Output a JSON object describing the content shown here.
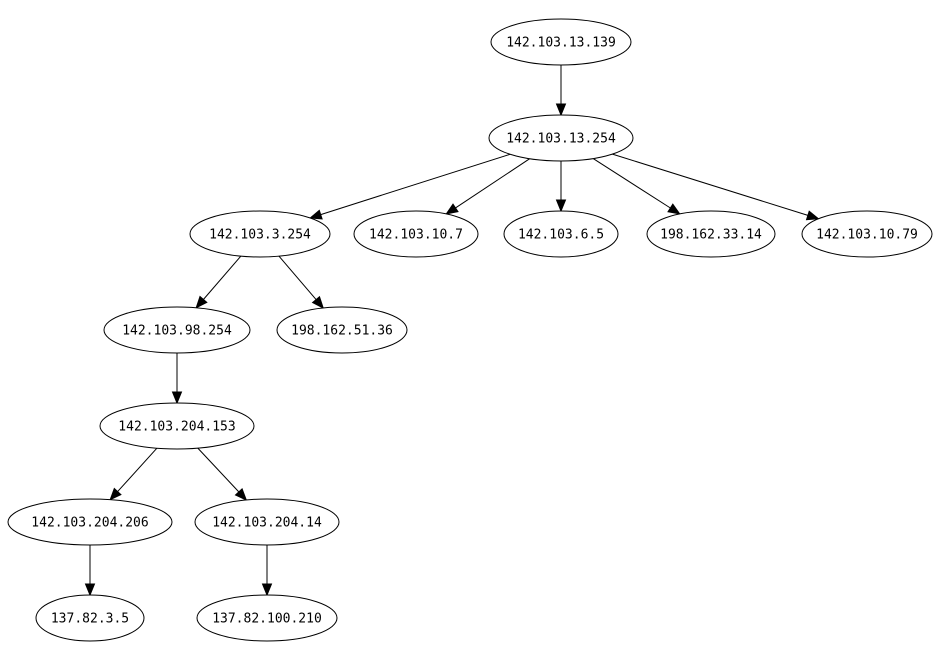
{
  "graph": {
    "nodes": [
      {
        "id": "n1",
        "label": "142.103.13.139"
      },
      {
        "id": "n2",
        "label": "142.103.13.254"
      },
      {
        "id": "n3",
        "label": "142.103.3.254"
      },
      {
        "id": "n4",
        "label": "142.103.10.7"
      },
      {
        "id": "n5",
        "label": "142.103.6.5"
      },
      {
        "id": "n6",
        "label": "198.162.33.14"
      },
      {
        "id": "n7",
        "label": "142.103.10.79"
      },
      {
        "id": "n8",
        "label": "142.103.98.254"
      },
      {
        "id": "n9",
        "label": "198.162.51.36"
      },
      {
        "id": "n10",
        "label": "142.103.204.153"
      },
      {
        "id": "n11",
        "label": "142.103.204.206"
      },
      {
        "id": "n12",
        "label": "142.103.204.14"
      },
      {
        "id": "n13",
        "label": "137.82.3.5"
      },
      {
        "id": "n14",
        "label": "137.82.100.210"
      }
    ],
    "edges": [
      {
        "from": "n1",
        "to": "n2"
      },
      {
        "from": "n2",
        "to": "n3"
      },
      {
        "from": "n2",
        "to": "n4"
      },
      {
        "from": "n2",
        "to": "n5"
      },
      {
        "from": "n2",
        "to": "n6"
      },
      {
        "from": "n2",
        "to": "n7"
      },
      {
        "from": "n3",
        "to": "n8"
      },
      {
        "from": "n3",
        "to": "n9"
      },
      {
        "from": "n8",
        "to": "n10"
      },
      {
        "from": "n10",
        "to": "n11"
      },
      {
        "from": "n10",
        "to": "n12"
      },
      {
        "from": "n11",
        "to": "n13"
      },
      {
        "from": "n12",
        "to": "n14"
      }
    ]
  }
}
